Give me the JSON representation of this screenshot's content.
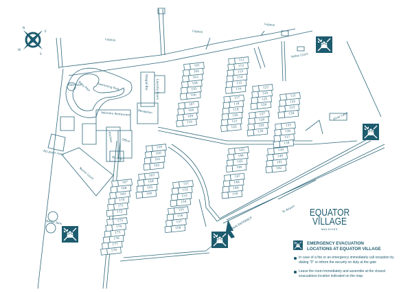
{
  "colors": {
    "ink": "#2a6578",
    "icon_bg": "#1d5b6e"
  },
  "compass": {
    "n": "N",
    "e": "E",
    "s": "S",
    "w": "W"
  },
  "labels": {
    "lagoon_1": "Lagoon",
    "lagoon_2": "Lagoon",
    "lagoon_3": "Lagoon",
    "valley_court": "Valley Court",
    "diver_land": "Diver Land",
    "swimming_pool": "Swimming Pool",
    "kids_pool": "Kids Pool",
    "baby_pool": "Baby Pool",
    "restaurant": "Valuvaru Restaurant",
    "reception": "Reception",
    "bar": "Vaagali Bar",
    "laundry": "Laundry Room",
    "kitchen": "Kitchen",
    "office": "Office",
    "bicycle": "Bicycle",
    "ro_plant": "RO plant room",
    "tennis": "Tennis Court",
    "water_tank": "Water Tank",
    "main_entrance": "MAIN ENTRANCE",
    "to_airport": "To Airport"
  },
  "room_clusters": [
    {
      "rooms": [
        "101",
        "102",
        "103",
        "104",
        "105",
        "106",
        "107",
        "108",
        "109",
        "110"
      ]
    },
    {
      "rooms": [
        "111",
        "112",
        "113",
        "114",
        "115",
        "116",
        "117",
        "118",
        "119",
        "120",
        "121",
        "122"
      ]
    },
    {
      "rooms": [
        "123",
        "124",
        "125",
        "126",
        "127",
        "128",
        "129",
        "130"
      ]
    },
    {
      "rooms": [
        "131",
        "132",
        "133",
        "134"
      ]
    },
    {
      "rooms": [
        "135",
        "136",
        "137",
        "138"
      ]
    },
    {
      "rooms": [
        "139",
        "140",
        "141",
        "142"
      ]
    },
    {
      "rooms": [
        "143",
        "144",
        "145",
        "146",
        "147",
        "148",
        "149",
        "150"
      ]
    },
    {
      "rooms": [
        "159",
        "160",
        "161",
        "162"
      ]
    },
    {
      "rooms": [
        "163",
        "164",
        "165",
        "166"
      ]
    },
    {
      "rooms": [
        "151",
        "152",
        "153",
        "154"
      ]
    },
    {
      "rooms": [
        "155",
        "156",
        "157",
        "158"
      ]
    },
    {
      "rooms": [
        "167",
        "168",
        "169",
        "170",
        "171",
        "172"
      ]
    },
    {
      "rooms": [
        "173",
        "174",
        "175",
        "176",
        "177",
        "178"
      ]
    }
  ],
  "evacuation_points": [
    "assembly-point",
    "assembly-point",
    "assembly-point",
    "assembly-point"
  ],
  "brand": {
    "line1": "EQUATOR",
    "line2": "VILLAGE",
    "line3": "MALDIVES"
  },
  "legend": {
    "title_1": "EMERGENCY EVACUATION",
    "title_2": "LOCATIONS AT EQUATOR VILLAGE",
    "bullet_1": "In case of a fire or an emergency immediately call reception by dialing \"0\" or inform the security on duty at the gate",
    "bullet_2": "Leave the room immediately and assemble at the closest evacuations location indicated on the map"
  }
}
